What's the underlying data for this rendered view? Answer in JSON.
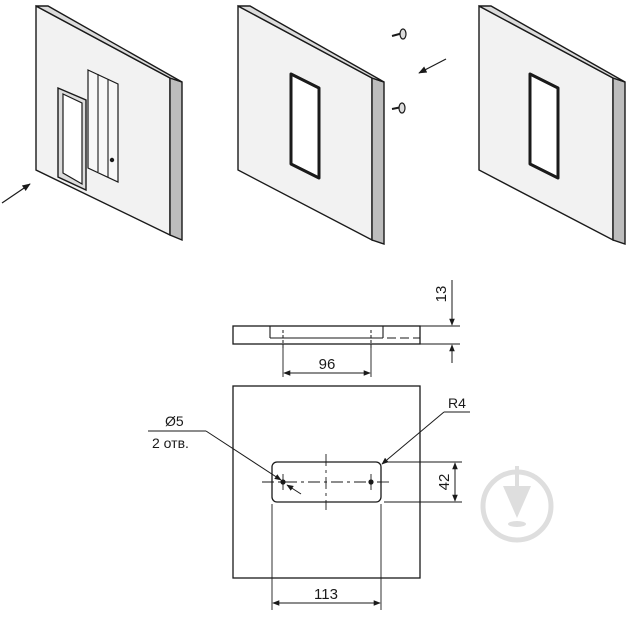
{
  "drawing": {
    "top_view": {
      "thickness_label": "13",
      "hole_spacing_label": "96"
    },
    "front_view": {
      "hole_note_diameter": "Ø5",
      "hole_note_count": "2 отв.",
      "radius_label": "R4",
      "slot_width_label": "113",
      "slot_height_label": "42"
    }
  },
  "colors": {
    "line": "#1a1a1a",
    "face_light": "#f2f2f2",
    "face_mid": "#dcdcdc",
    "face_dark": "#bdbdbd",
    "watermark": "#d9d9d9"
  },
  "icons": {
    "watermark": "pin-drop-watermark-icon",
    "screw": "screw-icon",
    "arrow": "assembly-arrow-icon"
  }
}
